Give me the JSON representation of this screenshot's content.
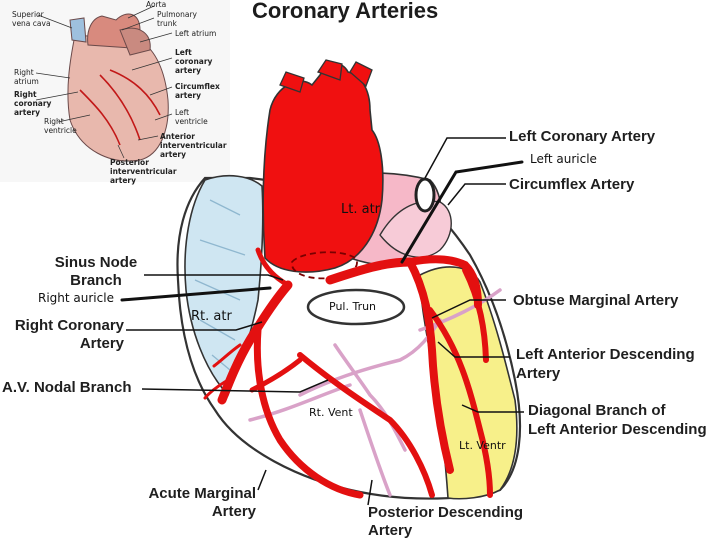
{
  "title": "Coronary Arteries",
  "right_labels": {
    "left_coronary_artery": "Left Coronary Artery",
    "circumflex_artery": "Circumflex Artery",
    "obtuse_marginal_artery": "Obtuse Marginal Artery",
    "lad_line1": "Left Anterior Descending",
    "lad_line2": "Artery",
    "diagonal_line1": "Diagonal Branch of",
    "diagonal_line2": "Left Anterior Descending"
  },
  "left_labels": {
    "sinus_line1": "Sinus Node",
    "sinus_line2": "Branch",
    "rca_line1": "Right Coronary",
    "rca_line2": "Artery",
    "av_nodal": "A.V. Nodal Branch"
  },
  "bottom_labels": {
    "acute_line1": "Acute Marginal",
    "acute_line2": "Artery",
    "pda_line1": "Posterior Descending",
    "pda_line2": "Artery"
  },
  "handwritten": {
    "left_auricle": "Left auricle",
    "right_auricle": "Right auricle",
    "lt_atr": "Lt. atr",
    "rt_atr": "Rt. atr",
    "pul_trun": "Pul. Trun",
    "rt_vent": "Rt. Vent",
    "lt_ventr": "Lt. Ventr"
  },
  "inset": {
    "superior_vena_cava_1": "Superior",
    "superior_vena_cava_2": "vena cava",
    "aorta": "Aorta",
    "pulmonary_trunk_1": "Pulmonary",
    "pulmonary_trunk_2": "trunk",
    "left_atrium": "Left atrium",
    "left_coronary_1": "Left",
    "left_coronary_2": "coronary",
    "left_coronary_3": "artery",
    "right_atrium_1": "Right",
    "right_atrium_2": "atrium",
    "right_coronary_1": "Right",
    "right_coronary_2": "coronary",
    "right_coronary_3": "artery",
    "circumflex_1": "Circumflex",
    "circumflex_2": "artery",
    "right_ventricle_1": "Right",
    "right_ventricle_2": "ventricle",
    "left_ventricle_1": "Left",
    "left_ventricle_2": "ventricle",
    "anterior_iv_1": "Anterior",
    "anterior_iv_2": "interventricular",
    "anterior_iv_3": "artery",
    "posterior_iv_1": "Posterior",
    "posterior_iv_2": "interventricular",
    "posterior_iv_3": "artery"
  },
  "colors": {
    "artery": "#e31010",
    "aorta": "#f01010",
    "left_atrium": "#f6b8c8",
    "right_atrium": "#cfe6f2",
    "left_ventricle": "#f7f08a",
    "vein": "#d9a2c8"
  }
}
